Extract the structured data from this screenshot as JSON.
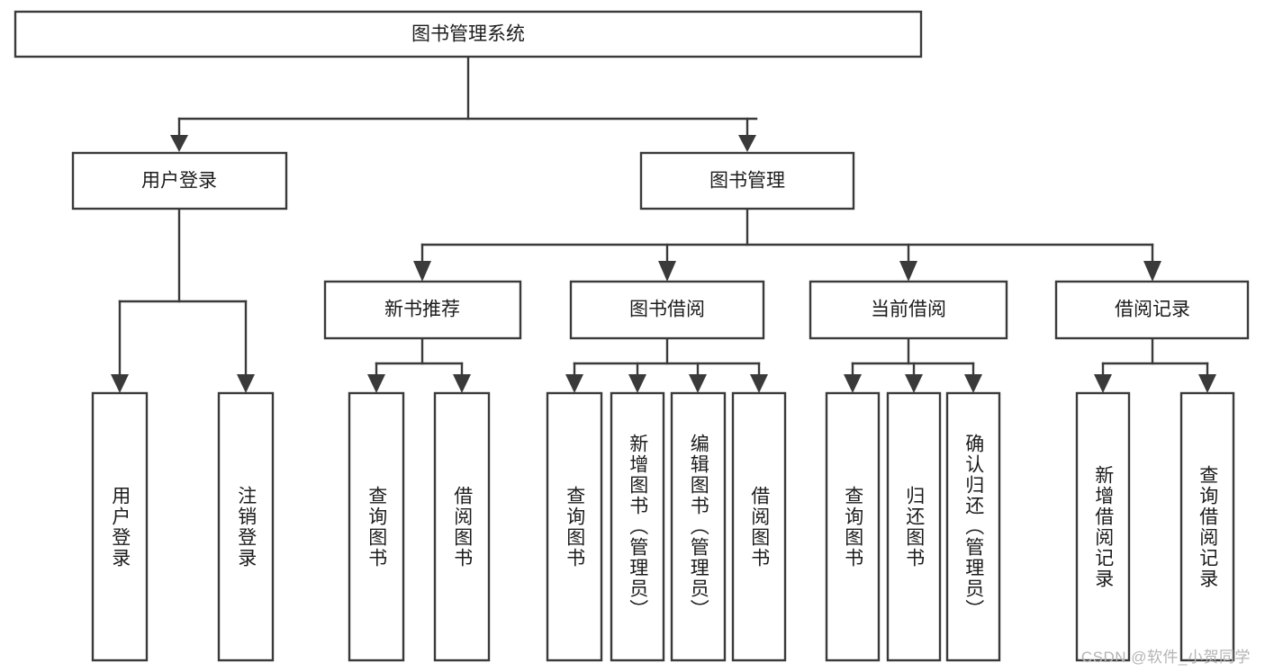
{
  "diagram": {
    "type": "tree-hierarchy",
    "orientation": "top-down",
    "title": "图书管理系统",
    "colors": {
      "box_stroke": "#3a3a3a",
      "box_fill": "#ffffff",
      "connector": "#3a3a3a",
      "text": "#1c1c1c",
      "watermark": "#b4b4b4",
      "background": "#ffffff"
    },
    "nodes": {
      "root": {
        "label": "图书管理系统"
      },
      "level2": [
        {
          "label": "用户登录"
        },
        {
          "label": "图书管理"
        }
      ],
      "level3": [
        {
          "label": "新书推荐"
        },
        {
          "label": "图书借阅"
        },
        {
          "label": "当前借阅"
        },
        {
          "label": "借阅记录"
        }
      ],
      "leaves": {
        "user_login": [
          {
            "label": "用户登录"
          },
          {
            "label": "注销登录"
          }
        ],
        "new_book_recommend": [
          {
            "label": "查询图书"
          },
          {
            "label": "借阅图书"
          }
        ],
        "book_borrow": [
          {
            "label": "查询图书"
          },
          {
            "label": "新增图书（管理员）"
          },
          {
            "label": "编辑图书（管理员）"
          },
          {
            "label": "借阅图书"
          }
        ],
        "current_borrow": [
          {
            "label": "查询图书"
          },
          {
            "label": "归还图书"
          },
          {
            "label": "确认归还（管理员）"
          }
        ],
        "borrow_record": [
          {
            "label": "新增借阅记录"
          },
          {
            "label": "查询借阅记录"
          }
        ]
      }
    },
    "edges": [
      {
        "from": "图书管理系统",
        "to": "用户登录"
      },
      {
        "from": "图书管理系统",
        "to": "图书管理"
      },
      {
        "from": "用户登录",
        "to": "用户登录"
      },
      {
        "from": "用户登录",
        "to": "注销登录"
      },
      {
        "from": "图书管理",
        "to": "新书推荐"
      },
      {
        "from": "图书管理",
        "to": "图书借阅"
      },
      {
        "from": "图书管理",
        "to": "当前借阅"
      },
      {
        "from": "图书管理",
        "to": "借阅记录"
      },
      {
        "from": "新书推荐",
        "to": "查询图书"
      },
      {
        "from": "新书推荐",
        "to": "借阅图书"
      },
      {
        "from": "图书借阅",
        "to": "查询图书"
      },
      {
        "from": "图书借阅",
        "to": "新增图书（管理员）"
      },
      {
        "from": "图书借阅",
        "to": "编辑图书（管理员）"
      },
      {
        "from": "图书借阅",
        "to": "借阅图书"
      },
      {
        "from": "当前借阅",
        "to": "查询图书"
      },
      {
        "from": "当前借阅",
        "to": "归还图书"
      },
      {
        "from": "当前借阅",
        "to": "确认归还（管理员）"
      },
      {
        "from": "借阅记录",
        "to": "新增借阅记录"
      },
      {
        "from": "借阅记录",
        "to": "查询借阅记录"
      }
    ]
  },
  "watermark": {
    "text": "CSDN @软件_小贺同学"
  }
}
